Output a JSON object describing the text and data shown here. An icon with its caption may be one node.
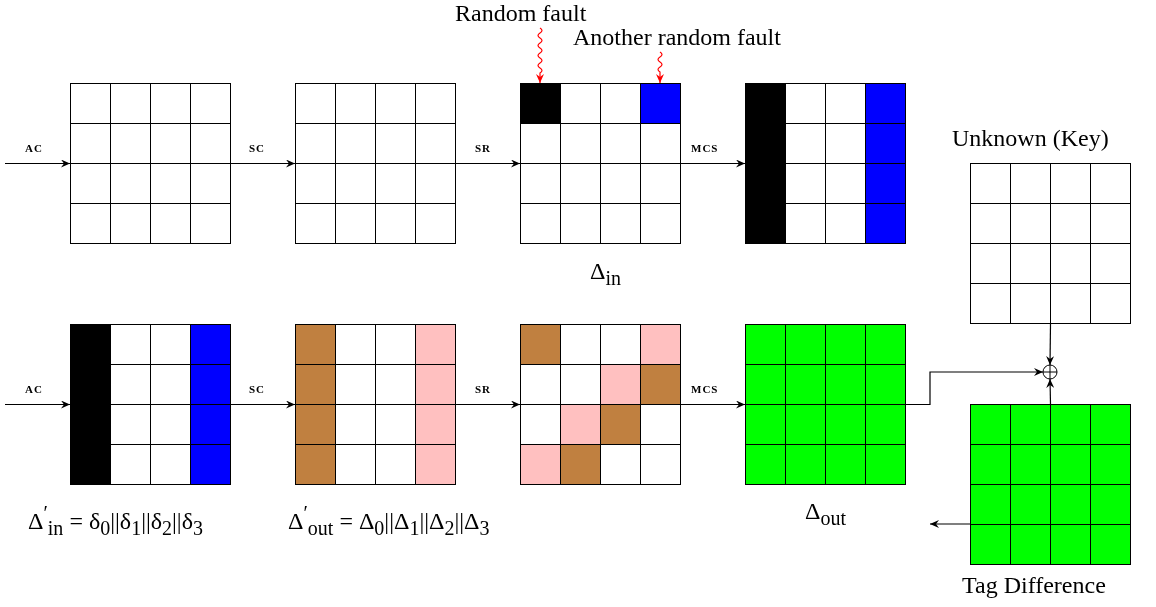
{
  "diagram": {
    "nodes": [
      {
        "text": [
          "Random fault"
        ]
      },
      {
        "text": [
          "Another random fault"
        ]
      },
      {
        "text": [],
        "shape": "grid"
      },
      {
        "text": [],
        "shape": "grid"
      },
      {
        "text": [],
        "shape": "grid",
        "beside": [
          "Δ$_{in}$"
        ]
      },
      {
        "text": [],
        "shape": "grid"
      },
      {
        "text": [
          "Unknown (Key)"
        ]
      },
      {
        "text": [],
        "shape": "grid",
        "beside": [
          "Δ$^{′}$$_{in}$ = δ$_{0}$||δ$_{1}$||δ$_{2}$||δ$_{3}$"
        ]
      },
      {
        "text": [],
        "shape": "grid",
        "beside": [
          "Δ$^{′}$$_{out}$ = Δ$_{0}$||Δ$_{1}$||Δ$_{2}$||Δ$_{3}$"
        ]
      },
      {
        "text": [],
        "shape": "grid"
      },
      {
        "text": [],
        "shape": "grid",
        "beside": [
          "Δ$_{out}$"
        ]
      },
      {
        "text": [],
        "shape": "circle"
      },
      {
        "text": [
          "Tag Difference"
        ]
      }
    ],
    "edges": [
      {
        "from": null,
        "to": 2,
        "arrow": "to",
        "label": "AC"
      },
      {
        "from": 2,
        "to": 3,
        "arrow": "to",
        "label": "SC"
      },
      {
        "from": 3,
        "to": 4,
        "arrow": "to",
        "label": "SR"
      },
      {
        "from": 4,
        "to": 5,
        "arrow": "to",
        "label": "MCS"
      },
      {
        "from": 0,
        "to": 4,
        "arrow": "to",
        "color": "#ff0000"
      },
      {
        "from": 1,
        "to": 4,
        "arrow": "to",
        "color": "#ff0000"
      },
      {
        "from": null,
        "to": 7,
        "arrow": "to",
        "label": "AC"
      },
      {
        "from": 7,
        "to": 8,
        "arrow": "to",
        "label": "SC"
      },
      {
        "from": 8,
        "to": 9,
        "arrow": "to",
        "label": "SR"
      },
      {
        "from": 9,
        "to": 10,
        "arrow": "to",
        "label": "MCS"
      },
      {
        "from": 10,
        "to": 11,
        "arrow": "to"
      },
      {
        "from": 6,
        "to": 11,
        "arrow": "to"
      },
      {
        "from": 12,
        "to": 11,
        "arrow": "to"
      },
      {
        "from": 12,
        "to": null,
        "arrow": "to"
      }
    ]
  }
}
